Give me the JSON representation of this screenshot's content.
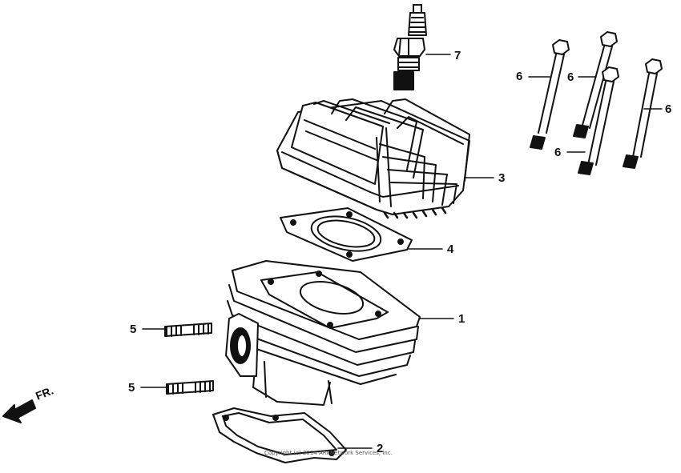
{
  "direction_marker": {
    "text": "FR.",
    "icon": "front-direction-arrow-icon"
  },
  "parts": [
    {
      "callout": "1",
      "name": "cylinder"
    },
    {
      "callout": "2",
      "name": "cylinder-base-gasket"
    },
    {
      "callout": "3",
      "name": "cylinder-head"
    },
    {
      "callout": "4",
      "name": "cylinder-head-gasket"
    },
    {
      "callout": "5",
      "name": "stud-bolt"
    },
    {
      "callout": "5",
      "name": "stud-bolt"
    },
    {
      "callout": "6",
      "name": "head-bolt"
    },
    {
      "callout": "6",
      "name": "head-bolt"
    },
    {
      "callout": "6",
      "name": "head-bolt"
    },
    {
      "callout": "6",
      "name": "head-bolt"
    },
    {
      "callout": "7",
      "name": "spark-plug"
    }
  ],
  "footer": {
    "credit": "Copyright (c) 2014 ARI Network Services, Inc."
  }
}
